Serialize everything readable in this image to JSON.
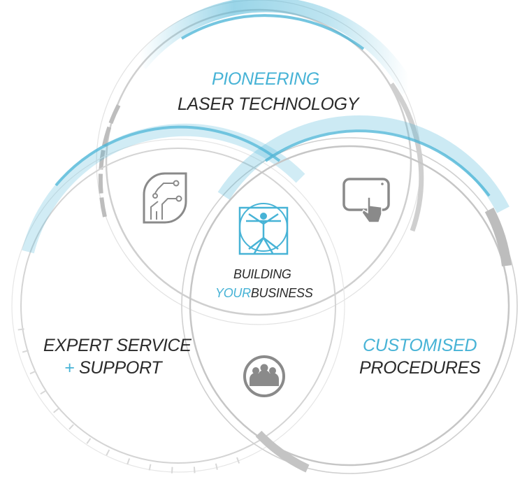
{
  "top": {
    "line1": "PIONEERING",
    "line2": "LASER TECHNOLOGY"
  },
  "center": {
    "line1": "BUILDING",
    "line2_accent": "YOUR",
    "line2_rest": "BUSINESS"
  },
  "left": {
    "line1": "EXPERT SERVICE",
    "line2_accent": "+",
    "line2_rest": "SUPPORT"
  },
  "right": {
    "line1": "CUSTOMISED",
    "line2": "PROCEDURES"
  },
  "icons": [
    "circuit-board-icon",
    "touch-tablet-icon",
    "vitruvian-man-icon",
    "group-people-icon"
  ],
  "colors": {
    "accent": "#47b3d6",
    "text": "#2a2a2a",
    "ring": "#c9c9c9",
    "icon": "#8a8a8a"
  }
}
